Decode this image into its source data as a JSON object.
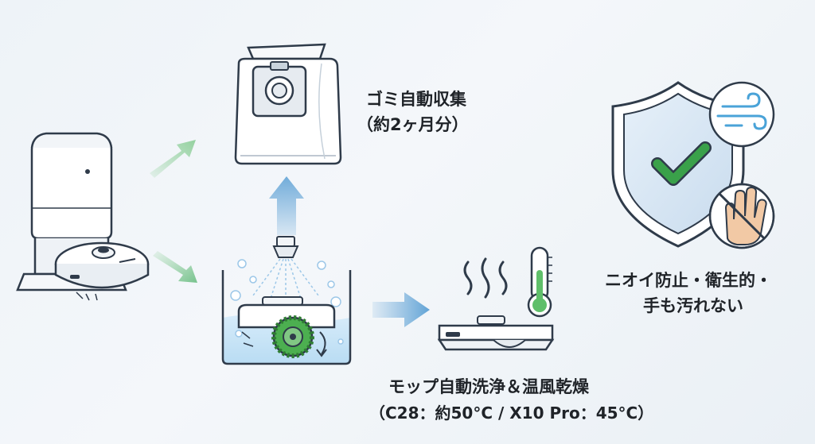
{
  "labels": {
    "dust_title": "ゴミ自動収集",
    "dust_sub": "（約2ヶ月分）",
    "odor_line1": "ニオイ防止・衛生的・",
    "odor_line2": "手も汚れない",
    "mop_title": "モップ自動洗浄＆温風乾燥",
    "mop_sub": "（C28：約50°C / X10 Pro：45°C）"
  },
  "icons": {
    "station": "robot-vacuum-dock-icon",
    "dust_bag": "dust-bag-icon",
    "wash_tank": "mop-wash-tank-icon",
    "dryer": "mop-hot-air-dry-icon",
    "thermometer": "thermometer-icon",
    "shield": "shield-check-icon",
    "wind": "wind-icon",
    "no_hands": "no-hand-contact-icon"
  },
  "colors": {
    "arrow_green": "#8fcf9a",
    "arrow_blue": "#6aa8d8",
    "outline": "#2f3b4a",
    "water": "#cfe6f7",
    "check_green": "#3aa14a",
    "thermo_green": "#5fbf6a",
    "shield_fill": "#dce9f5",
    "wind_blue": "#4aa3d8",
    "hand_peach": "#f2c9a5"
  }
}
